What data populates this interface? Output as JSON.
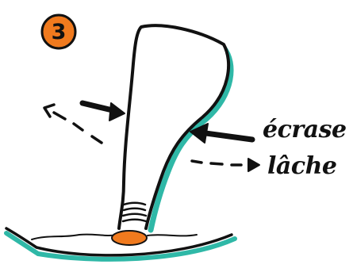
{
  "step": {
    "number": "3",
    "badge_color": "#f07a1e"
  },
  "labels": {
    "squeeze": "écrase",
    "release": "lâche"
  },
  "colors": {
    "ink": "#111111",
    "shadow": "#2fb8a7",
    "accent": "#f07a1e"
  },
  "icons": {
    "squeeze": "solid-arrow-left",
    "release": "dashed-arrow-right"
  }
}
